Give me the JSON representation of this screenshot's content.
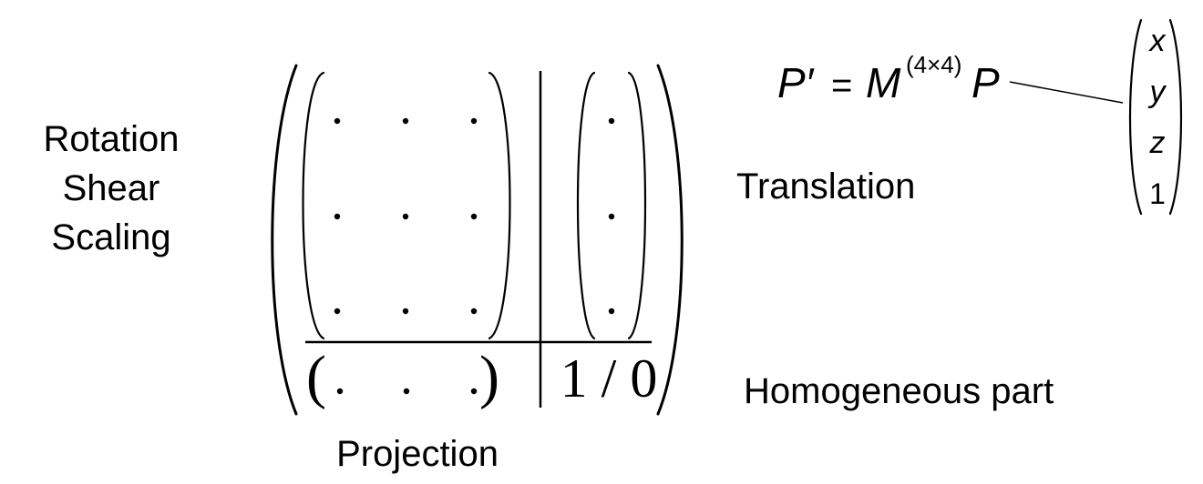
{
  "labels": {
    "rotation": "Rotation",
    "shear": "Shear",
    "scaling": "Scaling",
    "translation": "Translation",
    "homogeneous": "Homogeneous part",
    "projection": "Projection"
  },
  "equation": {
    "lhs": "P′",
    "equals": "=",
    "matrix": "M",
    "superscript": "(4×4)",
    "rhs": "P"
  },
  "vector": [
    "x",
    "y",
    "z",
    "1"
  ],
  "matrix": {
    "corner_value": "1 / 0",
    "dot": "·"
  }
}
